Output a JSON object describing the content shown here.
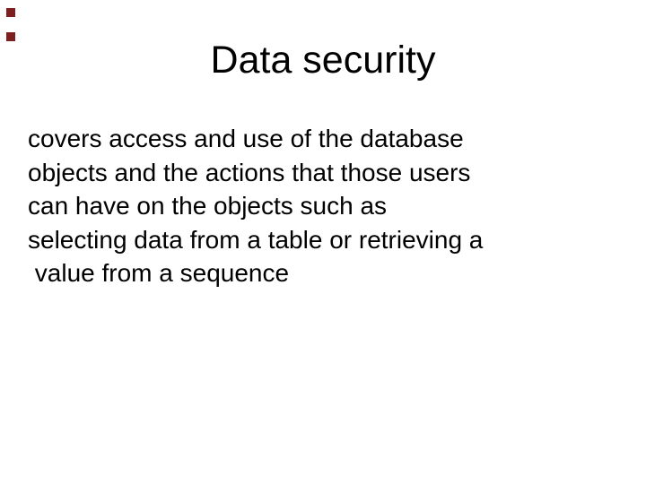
{
  "slide": {
    "title": "Data security",
    "body_lines": [
      "covers access and use of the database",
      "objects and the actions that those users",
      "can have on the objects such as",
      "selecting data from a table or retrieving a",
      " value from a sequence"
    ],
    "colors": {
      "marker": "#7d1f1f",
      "text": "#000000",
      "background": "#ffffff"
    }
  }
}
